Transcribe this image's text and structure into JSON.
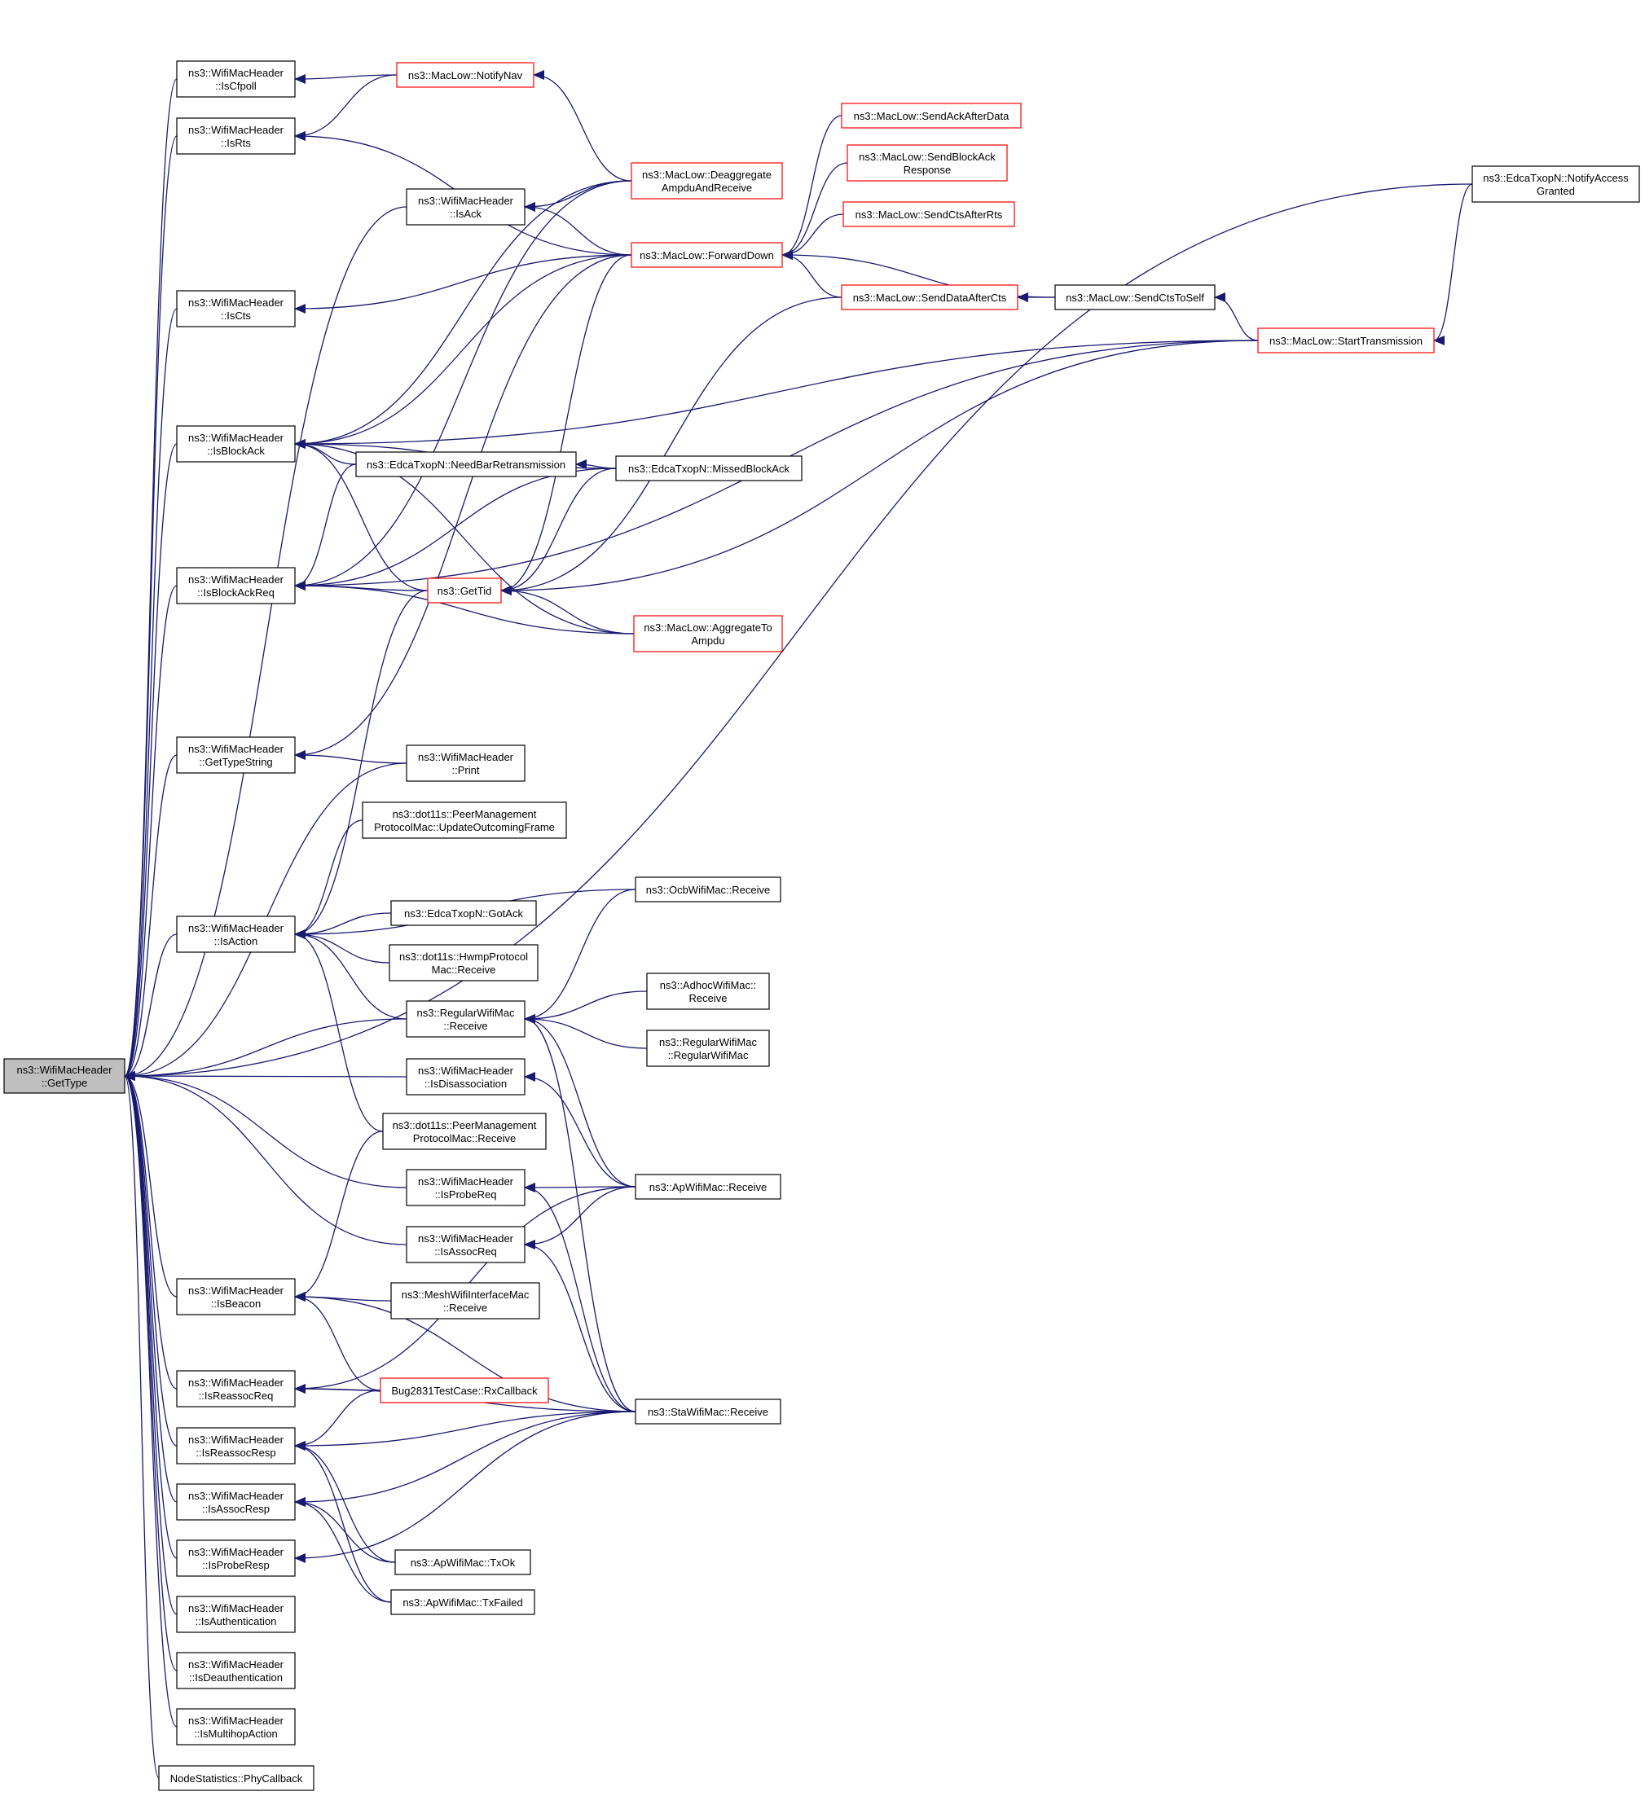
{
  "colors": {
    "edge": "#191970",
    "node_border": "#000000",
    "node_border_truncated": "#ff0000",
    "root_fill": "#bfbfbf",
    "node_fill": "#ffffff",
    "text": "#000000"
  },
  "nodes": [
    {
      "id": "root",
      "lines": [
        "ns3::WifiMacHeader",
        "::GetType"
      ],
      "root": true
    },
    {
      "id": "isCfpoll",
      "lines": [
        "ns3::WifiMacHeader",
        "::IsCfpoll"
      ]
    },
    {
      "id": "isRts",
      "lines": [
        "ns3::WifiMacHeader",
        "::IsRts"
      ]
    },
    {
      "id": "isCts",
      "lines": [
        "ns3::WifiMacHeader",
        "::IsCts"
      ]
    },
    {
      "id": "isBlockAck",
      "lines": [
        "ns3::WifiMacHeader",
        "::IsBlockAck"
      ]
    },
    {
      "id": "isBlockAckReq",
      "lines": [
        "ns3::WifiMacHeader",
        "::IsBlockAckReq"
      ]
    },
    {
      "id": "getTypeString",
      "lines": [
        "ns3::WifiMacHeader",
        "::GetTypeString"
      ]
    },
    {
      "id": "isAction",
      "lines": [
        "ns3::WifiMacHeader",
        "::IsAction"
      ]
    },
    {
      "id": "isBeacon",
      "lines": [
        "ns3::WifiMacHeader",
        "::IsBeacon"
      ]
    },
    {
      "id": "isReassocReq",
      "lines": [
        "ns3::WifiMacHeader",
        "::IsReassocReq"
      ]
    },
    {
      "id": "isReassocResp",
      "lines": [
        "ns3::WifiMacHeader",
        "::IsReassocResp"
      ]
    },
    {
      "id": "isAssocResp",
      "lines": [
        "ns3::WifiMacHeader",
        "::IsAssocResp"
      ]
    },
    {
      "id": "isProbeResp",
      "lines": [
        "ns3::WifiMacHeader",
        "::IsProbeResp"
      ]
    },
    {
      "id": "isAuthentication",
      "lines": [
        "ns3::WifiMacHeader",
        "::IsAuthentication"
      ]
    },
    {
      "id": "isDeauthentication",
      "lines": [
        "ns3::WifiMacHeader",
        "::IsDeauthentication"
      ]
    },
    {
      "id": "isMultihopAction",
      "lines": [
        "ns3::WifiMacHeader",
        "::IsMultihopAction"
      ]
    },
    {
      "id": "phyCallback",
      "lines": [
        "NodeStatistics::PhyCallback"
      ]
    },
    {
      "id": "isAck",
      "lines": [
        "ns3::WifiMacHeader",
        "::IsAck"
      ]
    },
    {
      "id": "needBarRetransmission",
      "lines": [
        "ns3::EdcaTxopN::NeedBarRetransmission"
      ]
    },
    {
      "id": "getTid",
      "lines": [
        "ns3::GetTid"
      ],
      "truncated": true
    },
    {
      "id": "print",
      "lines": [
        "ns3::WifiMacHeader",
        "::Print"
      ]
    },
    {
      "id": "pmpUpdateOutcoming",
      "lines": [
        "ns3::dot11s::PeerManagement",
        "ProtocolMac::UpdateOutcomingFrame"
      ]
    },
    {
      "id": "gotAck",
      "lines": [
        "ns3::EdcaTxopN::GotAck"
      ]
    },
    {
      "id": "hwmpReceive",
      "lines": [
        "ns3::dot11s::HwmpProtocol",
        "Mac::Receive"
      ]
    },
    {
      "id": "regularReceive",
      "lines": [
        "ns3::RegularWifiMac",
        "::Receive"
      ]
    },
    {
      "id": "isDisassociation",
      "lines": [
        "ns3::WifiMacHeader",
        "::IsDisassociation"
      ]
    },
    {
      "id": "pmpReceive",
      "lines": [
        "ns3::dot11s::PeerManagement",
        "ProtocolMac::Receive"
      ]
    },
    {
      "id": "isProbeReq",
      "lines": [
        "ns3::WifiMacHeader",
        "::IsProbeReq"
      ]
    },
    {
      "id": "isAssocReq",
      "lines": [
        "ns3::WifiMacHeader",
        "::IsAssocReq"
      ]
    },
    {
      "id": "meshReceive",
      "lines": [
        "ns3::MeshWifiInterfaceMac",
        "::Receive"
      ]
    },
    {
      "id": "bugRxCallback",
      "lines": [
        "Bug2831TestCase::RxCallback"
      ],
      "truncated": true
    },
    {
      "id": "apTxOk",
      "lines": [
        "ns3::ApWifiMac::TxOk"
      ]
    },
    {
      "id": "apTxFailed",
      "lines": [
        "ns3::ApWifiMac::TxFailed"
      ]
    },
    {
      "id": "notifyNav",
      "lines": [
        "ns3::MacLow::NotifyNav"
      ],
      "truncated": true
    },
    {
      "id": "deaggregate",
      "lines": [
        "ns3::MacLow::Deaggregate",
        "AmpduAndReceive"
      ],
      "truncated": true
    },
    {
      "id": "forwardDown",
      "lines": [
        "ns3::MacLow::ForwardDown"
      ],
      "truncated": true
    },
    {
      "id": "missedBlockAck",
      "lines": [
        "ns3::EdcaTxopN::MissedBlockAck"
      ]
    },
    {
      "id": "aggregateToAmpdu",
      "lines": [
        "ns3::MacLow::AggregateTo",
        "Ampdu"
      ],
      "truncated": true
    },
    {
      "id": "ocbReceive",
      "lines": [
        "ns3::OcbWifiMac::Receive"
      ]
    },
    {
      "id": "adhocReceive",
      "lines": [
        "ns3::AdhocWifiMac::",
        "Receive"
      ]
    },
    {
      "id": "regularCtor",
      "lines": [
        "ns3::RegularWifiMac",
        "::RegularWifiMac"
      ]
    },
    {
      "id": "apReceive",
      "lines": [
        "ns3::ApWifiMac::Receive"
      ]
    },
    {
      "id": "staReceive",
      "lines": [
        "ns3::StaWifiMac::Receive"
      ]
    },
    {
      "id": "sendAckAfterData",
      "lines": [
        "ns3::MacLow::SendAckAfterData"
      ],
      "truncated": true
    },
    {
      "id": "sendBlockAckResponse",
      "lines": [
        "ns3::MacLow::SendBlockAck",
        "Response"
      ],
      "truncated": true
    },
    {
      "id": "sendCtsAfterRts",
      "lines": [
        "ns3::MacLow::SendCtsAfterRts"
      ],
      "truncated": true
    },
    {
      "id": "sendDataAfterCts",
      "lines": [
        "ns3::MacLow::SendDataAfterCts"
      ],
      "truncated": true
    },
    {
      "id": "sendCtsToSelf",
      "lines": [
        "ns3::MacLow::SendCtsToSelf"
      ]
    },
    {
      "id": "startTransmission",
      "lines": [
        "ns3::MacLow::StartTransmission"
      ],
      "truncated": true
    },
    {
      "id": "notifyAccessGranted",
      "lines": [
        "ns3::EdcaTxopN::NotifyAccess",
        "Granted"
      ]
    }
  ],
  "edges": [
    [
      "root",
      "isCfpoll"
    ],
    [
      "root",
      "isRts"
    ],
    [
      "root",
      "isAck"
    ],
    [
      "root",
      "isCts"
    ],
    [
      "root",
      "isBlockAck"
    ],
    [
      "root",
      "isBlockAckReq"
    ],
    [
      "root",
      "getTypeString"
    ],
    [
      "root",
      "print"
    ],
    [
      "root",
      "isAction"
    ],
    [
      "root",
      "regularReceive"
    ],
    [
      "root",
      "isDisassociation"
    ],
    [
      "root",
      "isProbeReq"
    ],
    [
      "root",
      "isAssocReq"
    ],
    [
      "root",
      "isBeacon"
    ],
    [
      "root",
      "isReassocReq"
    ],
    [
      "root",
      "isReassocResp"
    ],
    [
      "root",
      "isAssocResp"
    ],
    [
      "root",
      "isProbeResp"
    ],
    [
      "root",
      "isAuthentication"
    ],
    [
      "root",
      "isDeauthentication"
    ],
    [
      "root",
      "isMultihopAction"
    ],
    [
      "root",
      "phyCallback"
    ],
    [
      "root",
      "notifyAccessGranted"
    ],
    [
      "isCfpoll",
      "notifyNav"
    ],
    [
      "isRts",
      "notifyNav"
    ],
    [
      "isRts",
      "forwardDown"
    ],
    [
      "isAck",
      "deaggregate"
    ],
    [
      "isAck",
      "forwardDown"
    ],
    [
      "isCts",
      "forwardDown"
    ],
    [
      "isBlockAck",
      "deaggregate"
    ],
    [
      "isBlockAck",
      "forwardDown"
    ],
    [
      "isBlockAck",
      "startTransmission"
    ],
    [
      "isBlockAck",
      "needBarRetransmission"
    ],
    [
      "isBlockAck",
      "missedBlockAck"
    ],
    [
      "isBlockAck",
      "getTid"
    ],
    [
      "isBlockAck",
      "aggregateToAmpdu"
    ],
    [
      "isBlockAckReq",
      "getTid"
    ],
    [
      "isBlockAckReq",
      "needBarRetransmission"
    ],
    [
      "isBlockAckReq",
      "missedBlockAck"
    ],
    [
      "isBlockAckReq",
      "aggregateToAmpdu"
    ],
    [
      "isBlockAckReq",
      "deaggregate"
    ],
    [
      "isBlockAckReq",
      "startTransmission"
    ],
    [
      "getTypeString",
      "print"
    ],
    [
      "getTypeString",
      "forwardDown"
    ],
    [
      "isAction",
      "getTid"
    ],
    [
      "isAction",
      "pmpUpdateOutcoming"
    ],
    [
      "isAction",
      "ocbReceive"
    ],
    [
      "isAction",
      "gotAck"
    ],
    [
      "isAction",
      "hwmpReceive"
    ],
    [
      "isAction",
      "regularReceive"
    ],
    [
      "isAction",
      "pmpReceive"
    ],
    [
      "getTid",
      "forwardDown"
    ],
    [
      "getTid",
      "missedBlockAck"
    ],
    [
      "getTid",
      "sendDataAfterCts"
    ],
    [
      "getTid",
      "startTransmission"
    ],
    [
      "getTid",
      "aggregateToAmpdu"
    ],
    [
      "needBarRetransmission",
      "missedBlockAck"
    ],
    [
      "notifyNav",
      "deaggregate"
    ],
    [
      "forwardDown",
      "sendAckAfterData"
    ],
    [
      "forwardDown",
      "sendBlockAckResponse"
    ],
    [
      "forwardDown",
      "sendCtsAfterRts"
    ],
    [
      "forwardDown",
      "sendDataAfterCts"
    ],
    [
      "forwardDown",
      "sendCtsToSelf"
    ],
    [
      "sendDataAfterCts",
      "sendCtsToSelf"
    ],
    [
      "sendCtsToSelf",
      "startTransmission"
    ],
    [
      "startTransmission",
      "notifyAccessGranted"
    ],
    [
      "regularReceive",
      "ocbReceive"
    ],
    [
      "regularReceive",
      "adhocReceive"
    ],
    [
      "regularReceive",
      "regularCtor"
    ],
    [
      "regularReceive",
      "apReceive"
    ],
    [
      "regularReceive",
      "staReceive"
    ],
    [
      "isDisassociation",
      "apReceive"
    ],
    [
      "isProbeReq",
      "apReceive"
    ],
    [
      "isProbeReq",
      "staReceive"
    ],
    [
      "isAssocReq",
      "apReceive"
    ],
    [
      "isAssocReq",
      "staReceive"
    ],
    [
      "isBeacon",
      "pmpReceive"
    ],
    [
      "isBeacon",
      "meshReceive"
    ],
    [
      "isBeacon",
      "bugRxCallback"
    ],
    [
      "isBeacon",
      "staReceive"
    ],
    [
      "isReassocReq",
      "bugRxCallback"
    ],
    [
      "isReassocReq",
      "apReceive"
    ],
    [
      "isReassocReq",
      "staReceive"
    ],
    [
      "isReassocResp",
      "bugRxCallback"
    ],
    [
      "isReassocResp",
      "staReceive"
    ],
    [
      "isReassocResp",
      "apTxOk"
    ],
    [
      "isReassocResp",
      "apTxFailed"
    ],
    [
      "isAssocResp",
      "apTxOk"
    ],
    [
      "isAssocResp",
      "apTxFailed"
    ],
    [
      "isAssocResp",
      "staReceive"
    ],
    [
      "isProbeResp",
      "staReceive"
    ]
  ]
}
